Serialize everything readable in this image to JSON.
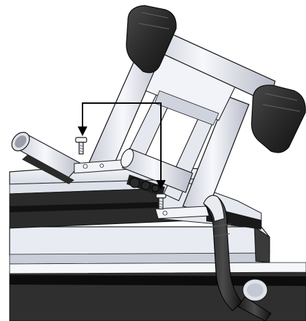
{
  "figure": {
    "kind": "assembly-illustration",
    "callouts": [
      {
        "target": "bolt-upper-left",
        "arrow": "down"
      },
      {
        "target": "bolt-lower-right",
        "arrow": "down"
      }
    ]
  },
  "colors": {
    "background": "#ffffff",
    "rail_dark": "#3b3b3b",
    "rail_black": "#111111",
    "rail_light": "#e9edf3",
    "frame": "#eef0f6",
    "frame_shadow": "#b9bcc8",
    "rubber_cap": "#2b2b2b",
    "outline": "#1a1a1a",
    "arrow": "#000000"
  },
  "icons": [
    "bolt-icon",
    "arrow-down-icon"
  ]
}
